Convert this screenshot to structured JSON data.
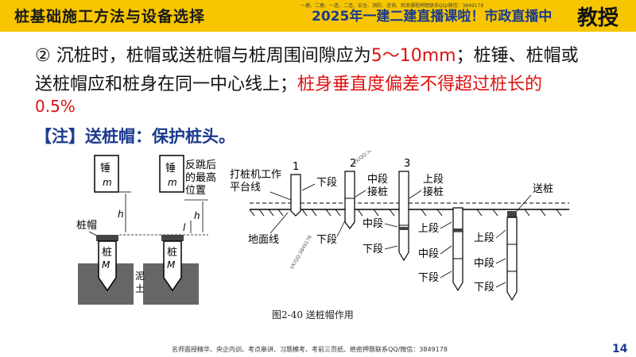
{
  "header": {
    "title": "桩基础施工方法与设备选择",
    "small_text": "一建、二建、一造、二造、安全、消防、咨询、检测课程押题联系QQ/微信：3849178",
    "banner": "2025年一建二建直播课啦！市政直播中",
    "brand": "教授"
  },
  "content": {
    "line1_prefix": "② 沉桩时，桩帽或送桩帽与桩周围间隙应为",
    "line1_red": "5～10mm",
    "line1_suffix": "；桩锤、桩帽或",
    "line2_prefix": "送桩帽应和桩身在同一中心线上；",
    "line2_red": "桩身垂直度偏差不得超过桩长的",
    "line3_red": "0.5%",
    "note": "【注】送桩帽：保护桩头。"
  },
  "figure": {
    "left": {
      "hammer": "锤",
      "m": "m",
      "h": "h",
      "l": "l",
      "cap": "桩帽",
      "pile": "桩",
      "M": "M",
      "rebound": [
        "反跳后",
        "的最高",
        "位置"
      ],
      "soil": [
        "泥",
        "土"
      ]
    },
    "right": {
      "platform": [
        "打桩机工作",
        "平台线"
      ],
      "ground": "地面线",
      "stage1": "1",
      "stage2": "2",
      "stage3": "3",
      "lower": "下段",
      "middle": "中段",
      "upper": "上段",
      "middle_splice": [
        "中段",
        "接桩"
      ],
      "upper_splice": [
        "上段",
        "接桩"
      ],
      "send_pile": "送桩"
    },
    "caption": "图2-40 送桩帽作用",
    "watermark": "VX/QQ:3849178"
  },
  "footer": {
    "text": "名师面授精华、央企内训、考点串讲、习题模考、考前三页纸、绝密押题联系QQ/微信：3849178",
    "page": "14"
  },
  "colors": {
    "topbar": "#f7c600",
    "emphasis": "#d11111",
    "note": "#1b3b8f"
  }
}
